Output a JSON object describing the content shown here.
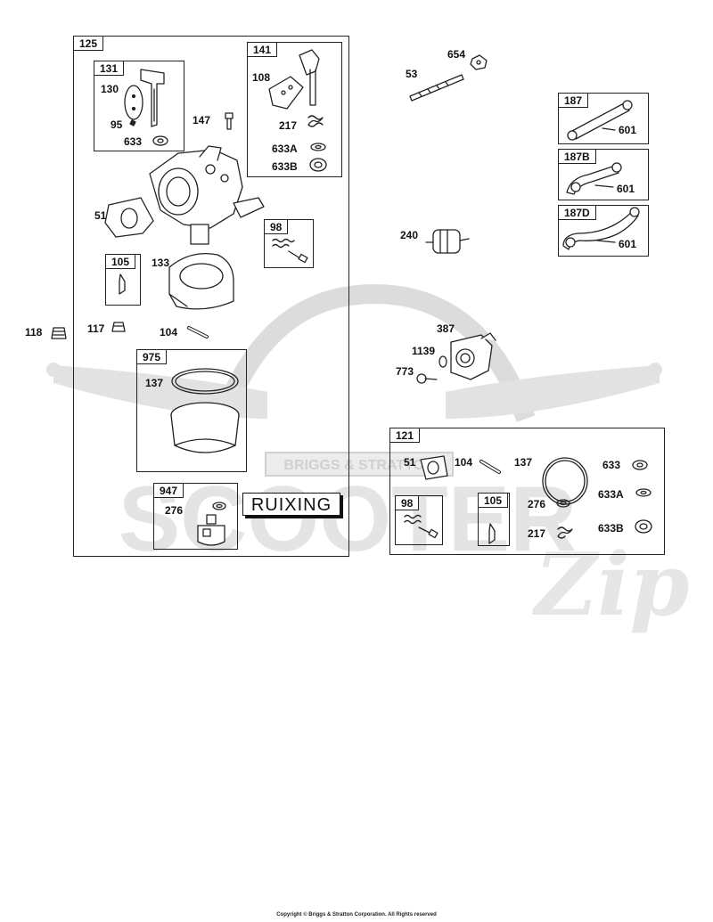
{
  "brand_label": "RUIXING",
  "copyright": "Copyright © Briggs & Stratton Corporation. All Rights reserved",
  "watermark": {
    "tagline": "BRIGGS & STRATTON",
    "word": "SCOOTER",
    "script": "Zip"
  },
  "boxes": {
    "b125": "125",
    "b131": "131",
    "b141": "141",
    "b98a": "98",
    "b105a": "105",
    "b975": "975",
    "b947": "947",
    "b187": "187",
    "b187b": "187B",
    "b187d": "187D",
    "b121": "121",
    "b98b": "98",
    "b105b": "105"
  },
  "parts": {
    "p130": "130",
    "p95": "95",
    "p633_131": "633",
    "p147": "147",
    "p108": "108",
    "p217_141": "217",
    "p633a_141": "633A",
    "p633b_141": "633B",
    "p51": "51",
    "p133": "133",
    "p118": "118",
    "p117": "117",
    "p104": "104",
    "p137_975": "137",
    "p276_947": "276",
    "p654": "654",
    "p53": "53",
    "p601_187": "601",
    "p601_187b": "601",
    "p601_187d": "601",
    "p240": "240",
    "p387": "387",
    "p1139": "1139",
    "p773": "773",
    "p51_121": "51",
    "p104_121": "104",
    "p137_121": "137",
    "p633_121": "633",
    "p633a_121": "633A",
    "p276_121": "276",
    "p217_121": "217",
    "p633b_121": "633B"
  },
  "colors": {
    "line": "#222222",
    "watermark": "#d9d9d9"
  }
}
